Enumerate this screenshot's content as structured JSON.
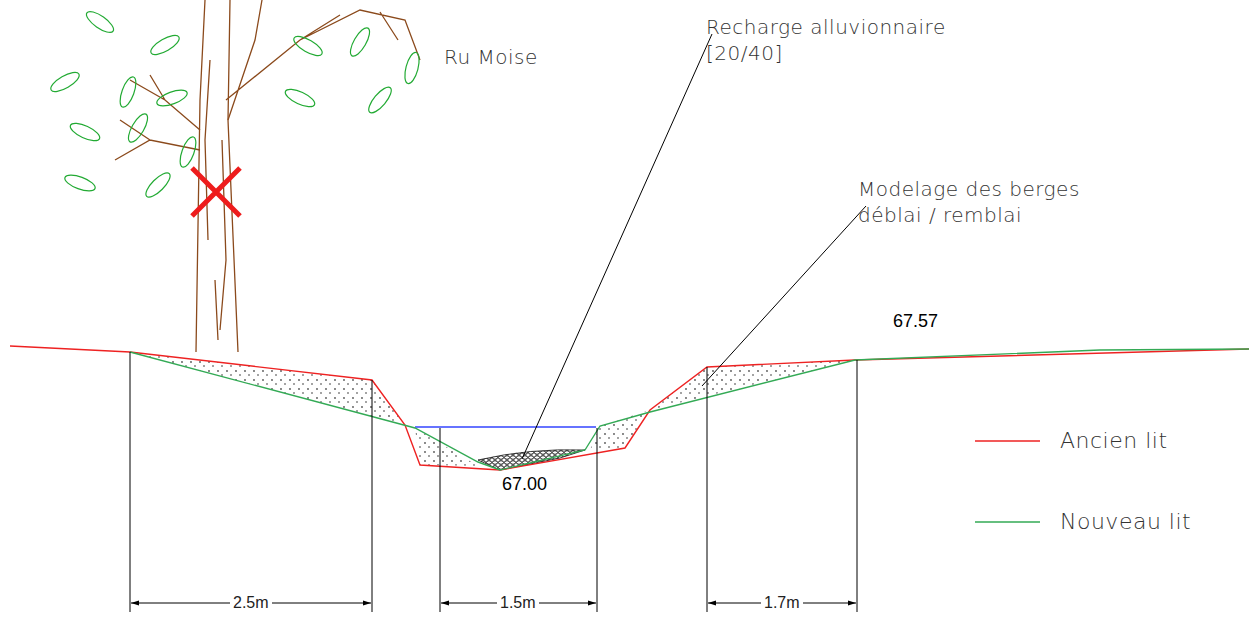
{
  "diagram": {
    "labels": [
      "Ru Moise",
      "Recharge alluvionnaire [20/40]",
      "Modelage des berges déblai / remblai",
      "67.57",
      "67.00",
      "2.5m",
      "1.5m",
      "1.7m"
    ],
    "legend": [
      {
        "text": "Ancien lit"
      },
      {
        "text": "Nouveau lit"
      }
    ]
  }
}
